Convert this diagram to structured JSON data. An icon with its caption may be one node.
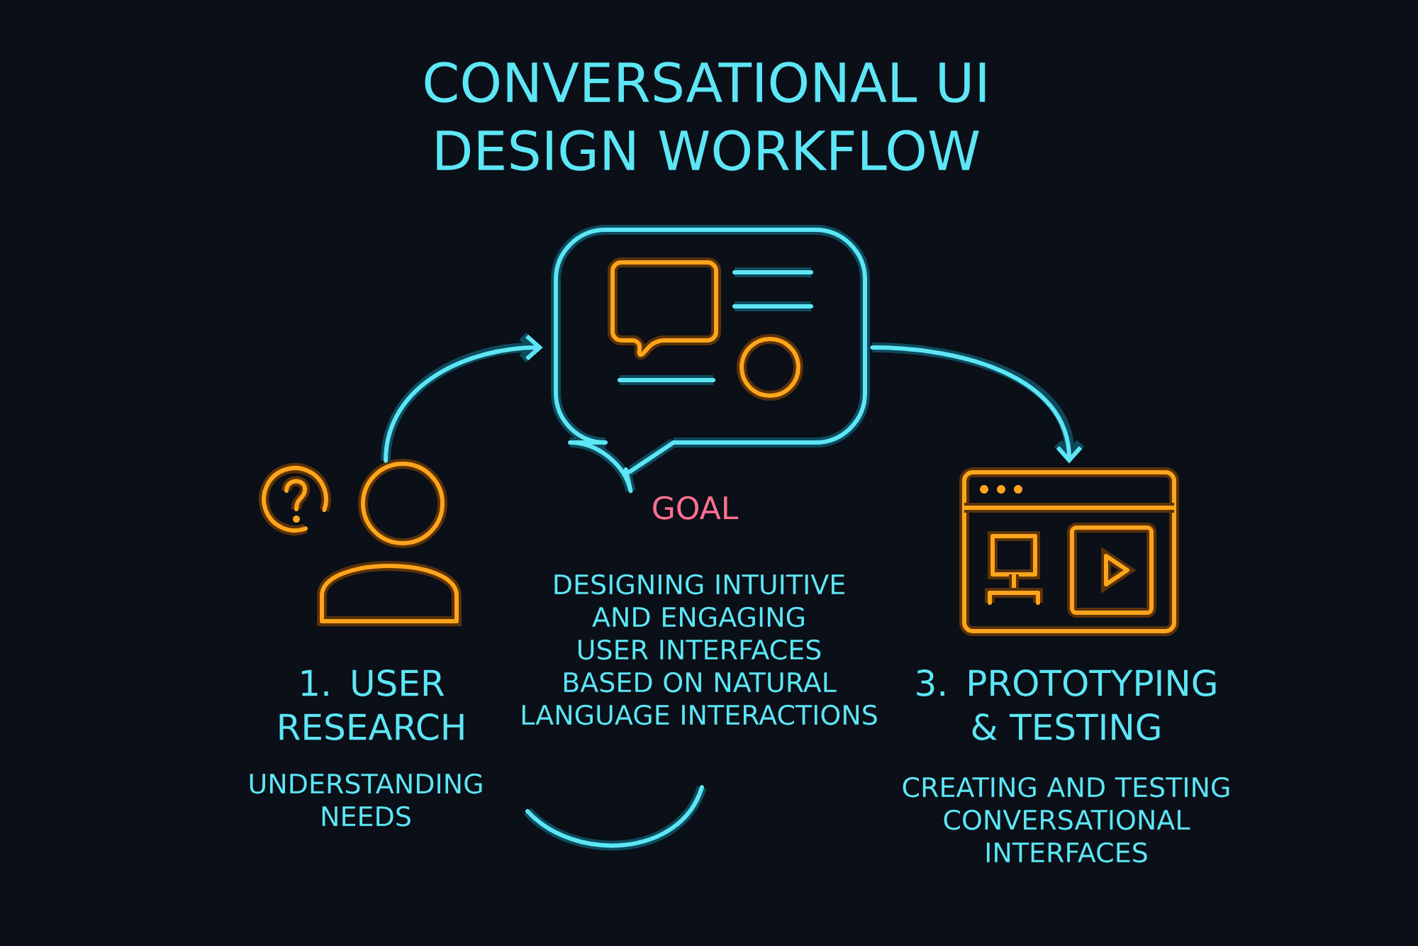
{
  "diagram": {
    "title": "CONVERSATIONAL UI DESIGN WORKFLOW",
    "nodes": [
      {
        "text": [],
        "shape": "person",
        "beside": [
          "1. USER RESEARCH",
          "UNDERSTANDING NEEDS"
        ]
      },
      {
        "text": [],
        "shape": "bubble",
        "beside": [
          "GOAL",
          "DESIGNING INTUITIVE AND ENGAGING USER INTERFACES BASED ON NATURAL LANGUAGE INTERACTIONS"
        ]
      },
      {
        "text": [],
        "shape": "window",
        "beside": [
          "3. PROTOTYPING & TESTING",
          "CREATING AND TESTING CONVERSATIONAL INTERFACES"
        ]
      }
    ],
    "edges": [
      {
        "from": 0,
        "to": 1,
        "arrow": "to"
      },
      {
        "from": 1,
        "to": 2,
        "arrow": "to"
      }
    ]
  }
}
